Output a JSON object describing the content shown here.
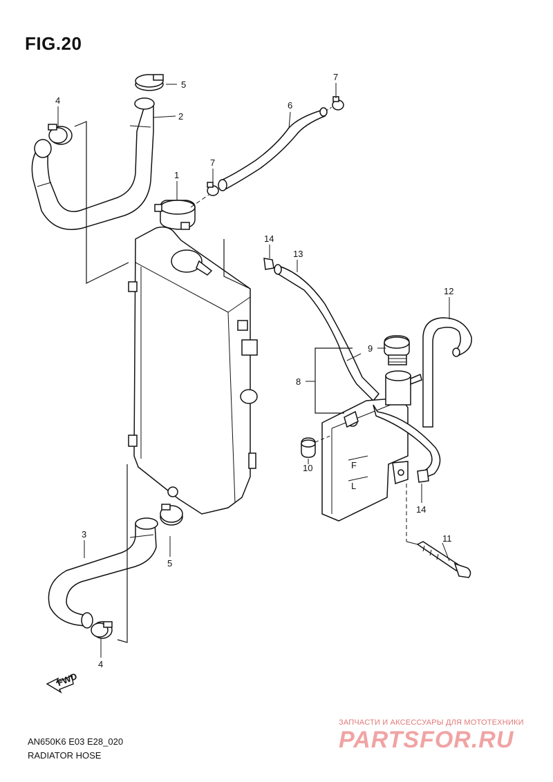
{
  "figure": {
    "title": "FIG.20",
    "model_code": "AN650K6 E03 E28_020",
    "caption": "RADIATOR HOSE"
  },
  "callouts": {
    "c1": "1",
    "c2": "2",
    "c3": "3",
    "c4a": "4",
    "c4b": "4",
    "c5a": "5",
    "c5b": "5",
    "c6": "6",
    "c7a": "7",
    "c7b": "7",
    "c8": "8",
    "c9": "9",
    "c10": "10",
    "c11": "11",
    "c12": "12",
    "c13": "13",
    "c14a": "14",
    "c14b": "14"
  },
  "fwd_label": "FWD",
  "watermark": {
    "text": "ЗАПЧАСТИ И АКСЕССУАРЫ ДЛЯ МОТОТЕХНИКИ",
    "logo": "PARTSFOR.RU"
  }
}
